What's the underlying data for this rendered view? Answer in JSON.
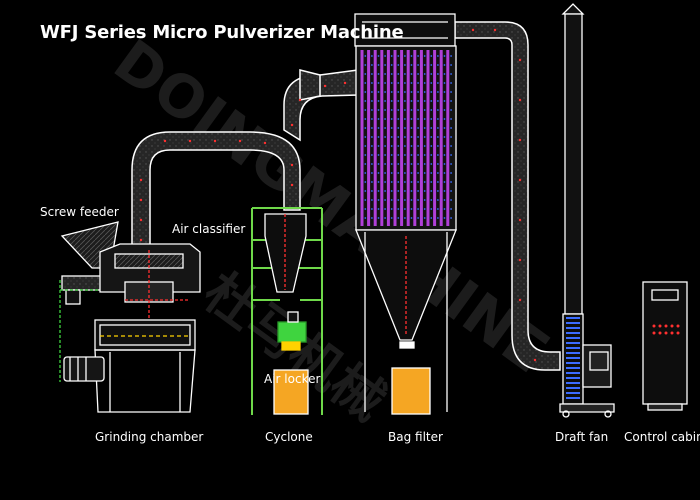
{
  "title": "WFJ Series Micro Pulverizer Machine",
  "watermark": {
    "latin": "DOINGMACHINE",
    "chinese": "杜马机械"
  },
  "labels": {
    "screw_feeder": "Screw feeder",
    "air_classifier": "Air classifier",
    "air_locker": "Air locker",
    "grinding_chamber": "Grinding chamber",
    "cyclone": "Cyclone",
    "bag_filter": "Bag filter",
    "draft_fan": "Draft fan",
    "control_cabinet": "Control cabinet"
  },
  "colors": {
    "background": "#000000",
    "outline": "#ffffff",
    "pipe_fill": "#2a2a2a",
    "filter_bags": "#b040d8",
    "bag_dots": "#3a6bff",
    "flow_dots": "#ff3030",
    "support_frame": "#6fd94a",
    "collection_bin": "#f5a623",
    "motor": "#3fd43f",
    "fan_blade": "#3b6cff"
  }
}
